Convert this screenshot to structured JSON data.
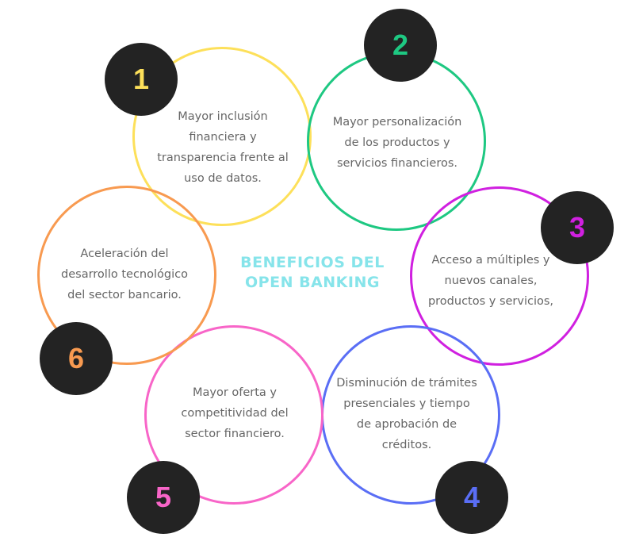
{
  "title_line1": "BENEFICIOS DEL",
  "title_line2": "OPEN BANKING",
  "items": [
    {
      "number": "1",
      "text": "Mayor inclusión financiera y transparencia frente al uso de datos.",
      "color": "#fde05a"
    },
    {
      "number": "2",
      "text": "Mayor personalización de los productos y servicios financieros.",
      "color": "#1ec882"
    },
    {
      "number": "3",
      "text": "Acceso a múltiples y nuevos canales, productos y servicios,",
      "color": "#d020e0"
    },
    {
      "number": "4",
      "text": "Disminución de trámites presenciales y tiempo de aprobación de créditos.",
      "color": "#5a6ef5"
    },
    {
      "number": "5",
      "text": "Mayor oferta y competitividad del sector financiero.",
      "color": "#f865c8"
    },
    {
      "number": "6",
      "text": "Aceleración del desarrollo tecnológico del sector bancario.",
      "color": "#f89a50"
    }
  ]
}
